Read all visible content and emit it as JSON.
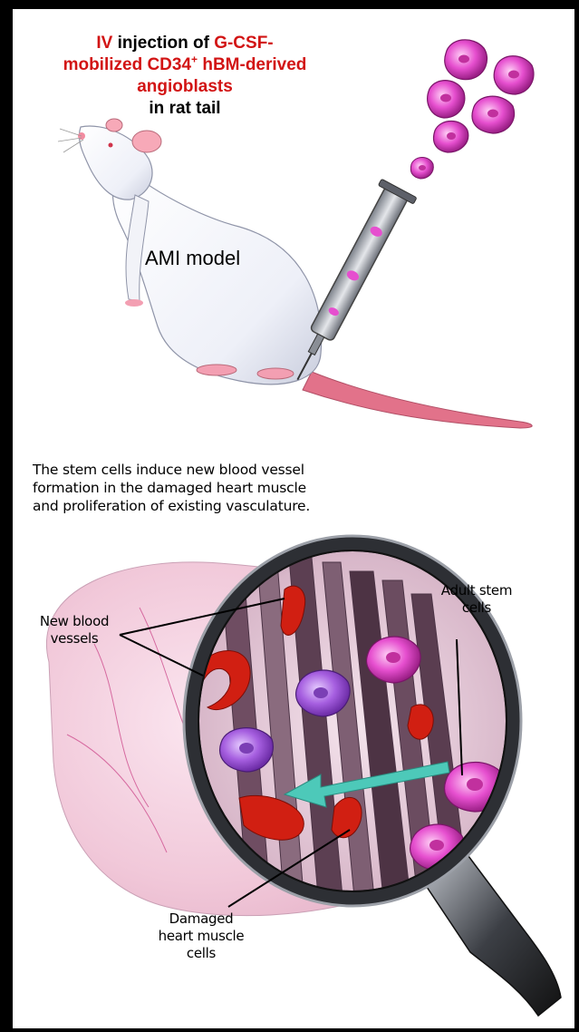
{
  "top_title": {
    "part1": "IV",
    "part2": " injection of ",
    "part3": "G-CSF-",
    "part4": "mobilized CD34",
    "part4_sup": "+",
    "part5": " hBM-derived",
    "part6": "angioblasts",
    "part7": "in rat tail"
  },
  "model_label": "AMI model",
  "caption": {
    "line1": "The stem cells induce new blood vessel",
    "line2": "formation in the damaged heart muscle",
    "line3": "and proliferation of existing vasculature."
  },
  "labels": {
    "adult_stem_line1": "Adult stem",
    "adult_stem_line2": "cells",
    "new_vessels_line1": "New blood",
    "new_vessels_line2": "vessels",
    "damaged_line1": "Damaged",
    "damaged_line2": "heart muscle",
    "damaged_line3": "cells"
  },
  "colors": {
    "title_red": "#d21414",
    "stem_cell_pink": "#e64fcf",
    "stem_cell_purple": "#a65fe0",
    "vessel_red": "#d11f12",
    "arrow_teal": "#4dc9b9",
    "background_frame": "#000000"
  }
}
